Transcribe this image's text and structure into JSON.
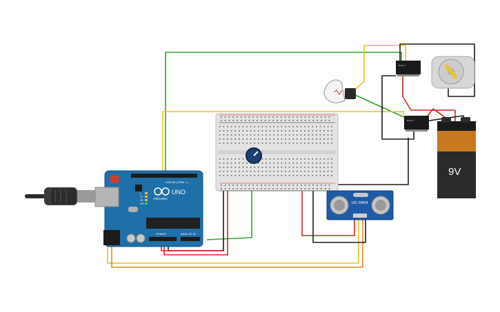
{
  "arduino": {
    "brand": "ARDUINO",
    "model": "UNO",
    "digital_label": "DIGITAL (PWM ~)",
    "power_label": "POWER",
    "analog_label": "ANALOG IN",
    "tx_label": "TX",
    "rx_label": "RX",
    "l_label": "L",
    "on_label": "ON",
    "board_color": "#1f6fa8"
  },
  "sensor": {
    "label": "HC-SR04",
    "board_color": "#1f5aa6"
  },
  "battery": {
    "voltage_label": "9V",
    "top_color": "#1a1a1a",
    "band_color": "#c8791f",
    "body_color": "#2a2a2a"
  },
  "relays": [
    {
      "label": "Relay 1"
    },
    {
      "label": "Relay 2"
    }
  ],
  "wire_colors": {
    "green": "#2aa52a",
    "yellow": "#e6c21f",
    "orange": "#e08a1a",
    "red": "#d42020",
    "black": "#1a1a1a"
  },
  "components": {
    "motor": "dc-motor",
    "bulb": "light-bulb",
    "potentiometer": "potentiometer",
    "breadboard": "breadboard",
    "usb_cable": "usb-cable"
  }
}
